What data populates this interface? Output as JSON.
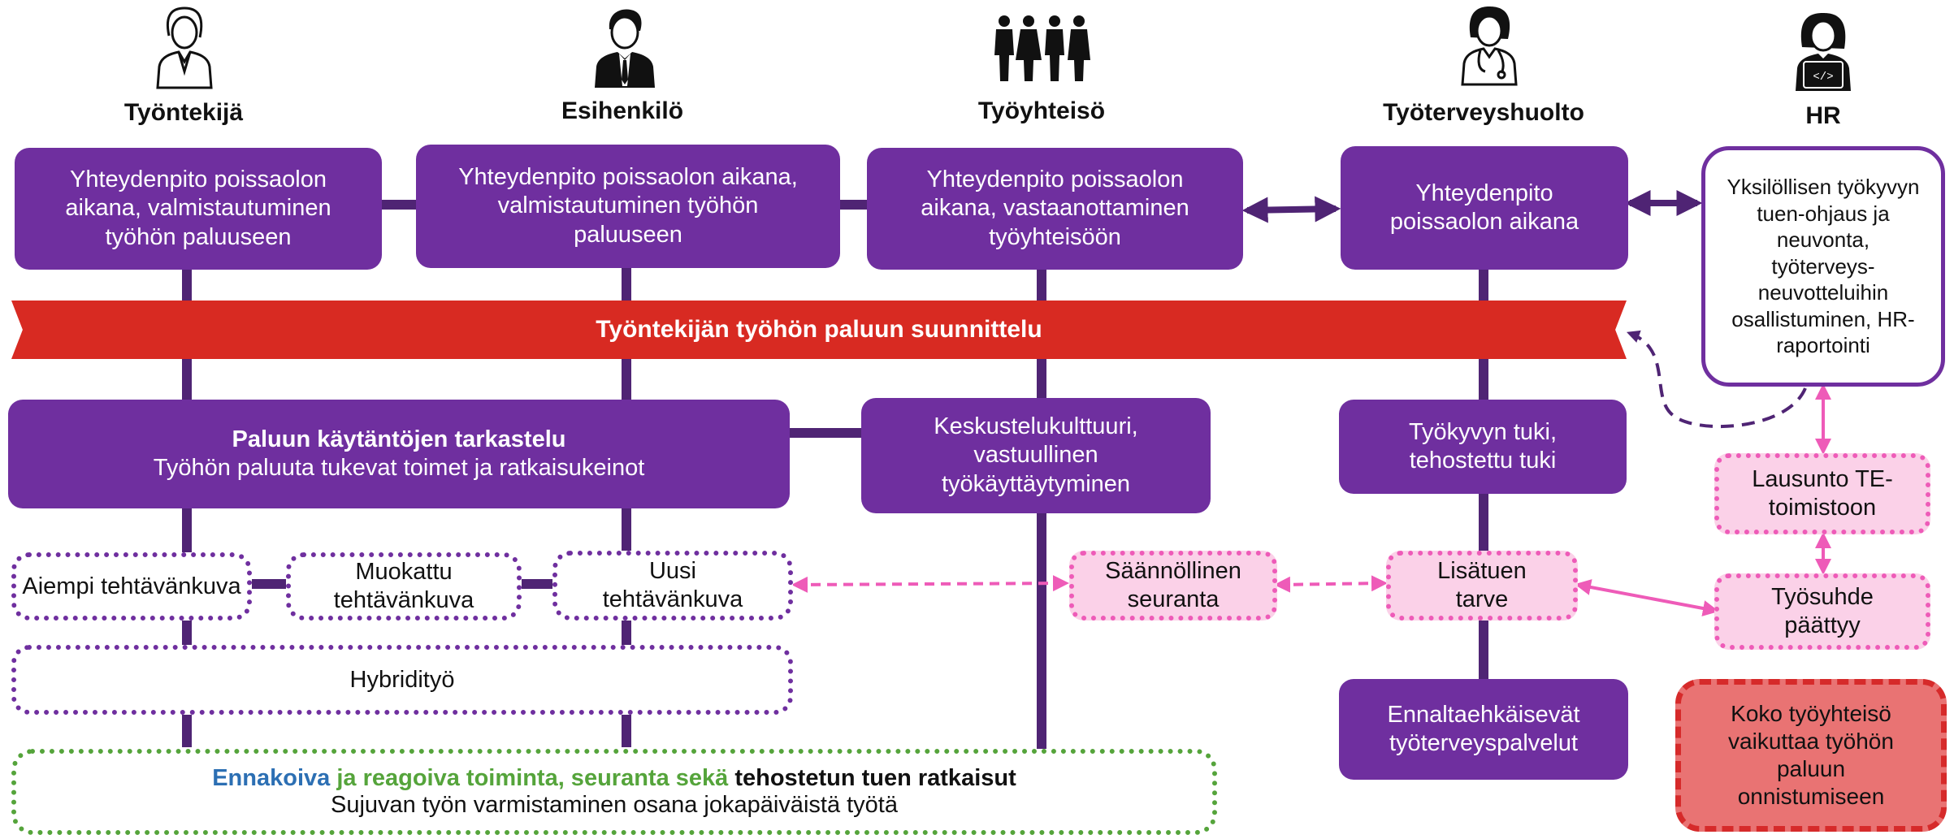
{
  "roles": {
    "employee": "Työntekijä",
    "supervisor": "Esihenkilö",
    "community": "Työyhteisö",
    "occupational_health": "Työterveyshuolto",
    "hr": "HR"
  },
  "icons": {
    "employee": "woman-icon",
    "supervisor": "businessman-icon",
    "community": "group-icon",
    "occupational_health": "doctor-icon",
    "hr": "developer-icon"
  },
  "boxes": {
    "employee_contact": "Yhteydenpito poissaolon aikana, valmistautuminen työhön paluuseen",
    "supervisor_contact": "Yhteydenpito poissaolon aikana, valmistautuminen työhön paluuseen",
    "community_contact": "Yhteydenpito poissaolon aikana, vastaanottaminen työyhteisöön",
    "oh_contact": "Yhteydenpito poissaolon aikana",
    "hr_box": "Yksilöllisen työkyvyn tuen-ohjaus ja neuvonta, työterveys-neuvotteluihin osallistuminen, HR-raportointi"
  },
  "banner": "Työntekijän työhön paluun suunnittelu",
  "practices": {
    "title": "Paluun käytäntöjen tarkastelu",
    "subtitle": "Työhön paluuta tukevat toimet ja ratkaisukeinot"
  },
  "culture": "Keskustelukulttuuri, vastuullinen työkäyttäytyminen",
  "work_ability_support": "Työkyvyn tuki, tehostettu tuki",
  "job_options": {
    "previous": "Aiempi tehtävänkuva",
    "modified": "Muokattu tehtävänkuva",
    "new": "Uusi tehtävänkuva"
  },
  "hybrid": "Hybridityö",
  "regular_followup": "Säännöllinen seuranta",
  "extra_support": "Lisätuen tarve",
  "statement_te": "Lausunto TE-toimistoon",
  "employment_ends": "Työsuhde päättyy",
  "preventive_services": "Ennaltaehkäisevät työterveyspalvelut",
  "community_impact": "Koko työyhteisö vaikuttaa työhön paluun onnistumiseen",
  "bottom": {
    "part1": "Ennakoiva",
    "part2": " ja reagoiva toiminta, seuranta sekä",
    "part3": " tehostetun tuen ratkaisut",
    "line2": "Sujuvan työn varmistaminen osana jokapäiväistä työtä"
  },
  "colors": {
    "purple": "#6f2f9f",
    "dark_purple": "#4f2474",
    "red": "#d82a22",
    "pink": "#ee5bb8",
    "pink_fill": "#fbd1e8",
    "green": "#55a43b",
    "blue": "#2c6fb3",
    "warn_fill": "#e97373"
  }
}
